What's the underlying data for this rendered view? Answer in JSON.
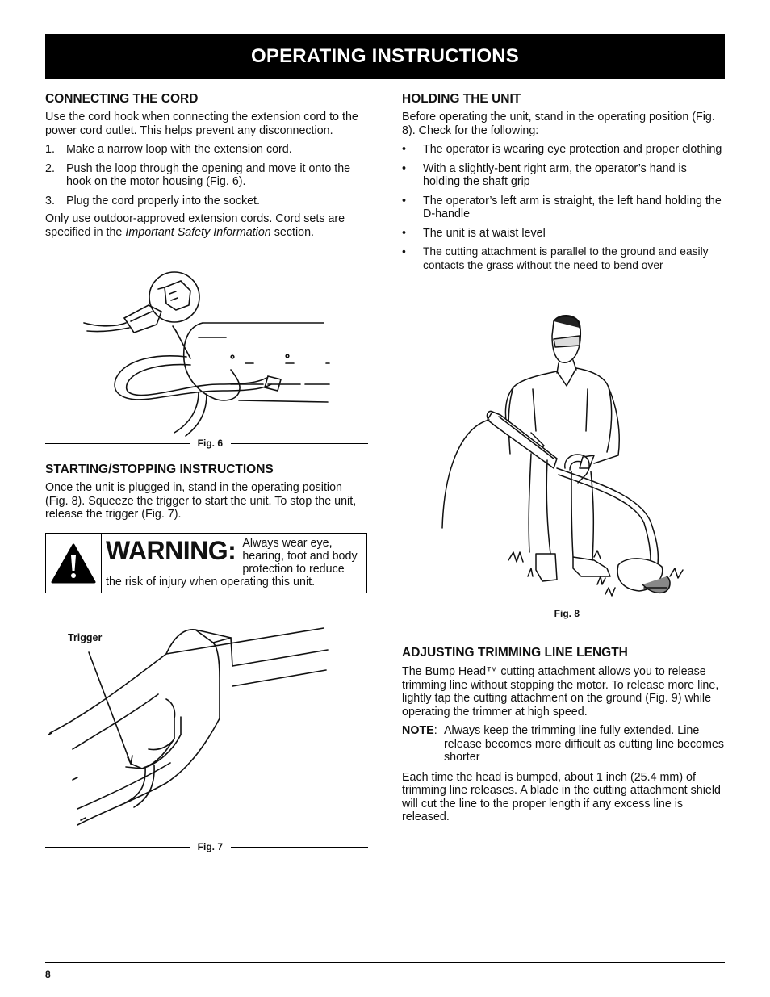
{
  "banner": {
    "title": "OPERATING INSTRUCTIONS"
  },
  "connecting": {
    "heading": "CONNECTING THE CORD",
    "intro": "Use the cord hook when connecting the extension cord to the power cord outlet. This helps prevent any disconnection.",
    "steps": [
      {
        "num": "1.",
        "text": "Make a narrow loop with the extension cord."
      },
      {
        "num": "2.",
        "text": "Push the loop through the opening and move it onto the hook on the motor housing (Fig. 6)."
      },
      {
        "num": "3.",
        "text": "Plug the cord properly into the socket."
      }
    ],
    "note_before": "Only use outdoor-approved extension cords. Cord sets are specified in the ",
    "note_italic": "Important Safety Information",
    "note_after": " section.",
    "fig_label": "Fig. 6"
  },
  "starting": {
    "heading": "STARTING/STOPPING INSTRUCTIONS",
    "text": "Once the unit is plugged in, stand in the operating position (Fig. 8). Squeeze the trigger to start the unit. To stop the unit, release the trigger (Fig. 7)."
  },
  "warning": {
    "word": "WARNING:",
    "text": "Always wear eye, hearing, foot and body protection to reduce the risk of injury when operating this unit."
  },
  "fig7": {
    "trigger_label": "Trigger",
    "fig_label": "Fig. 7"
  },
  "holding": {
    "heading": "HOLDING THE UNIT",
    "intro": "Before operating the unit, stand in the operating position (Fig. 8). Check for the following:",
    "bullet": "•",
    "bullets": [
      "The operator is wearing eye protection and proper clothing",
      "With a slightly-bent right arm, the operator’s hand is holding the shaft grip",
      "The operator’s left arm is straight, the left hand holding the D-handle",
      "The unit is at waist level",
      "The cutting attachment is parallel to the ground and easily contacts the grass without the need to bend over"
    ],
    "fig_label": "Fig. 8"
  },
  "adjusting": {
    "heading": "ADJUSTING TRIMMING LINE LENGTH",
    "text": "The Bump Head™ cutting attachment allows you to release trimming line without stopping the motor. To release more line, lightly tap the cutting attachment on the ground (Fig. 9) while operating the trimmer at high speed.",
    "note_label": "NOTE",
    "note_text": "Always keep the trimming line fully extended. Line release becomes more difficult as cutting line becomes shorter",
    "para2": "Each time the head is bumped, about 1 inch (25.4 mm) of trimming line releases. A blade in the cutting attachment shield will cut the line to the proper length if any excess line is released."
  },
  "footer": {
    "page_number": "8"
  }
}
